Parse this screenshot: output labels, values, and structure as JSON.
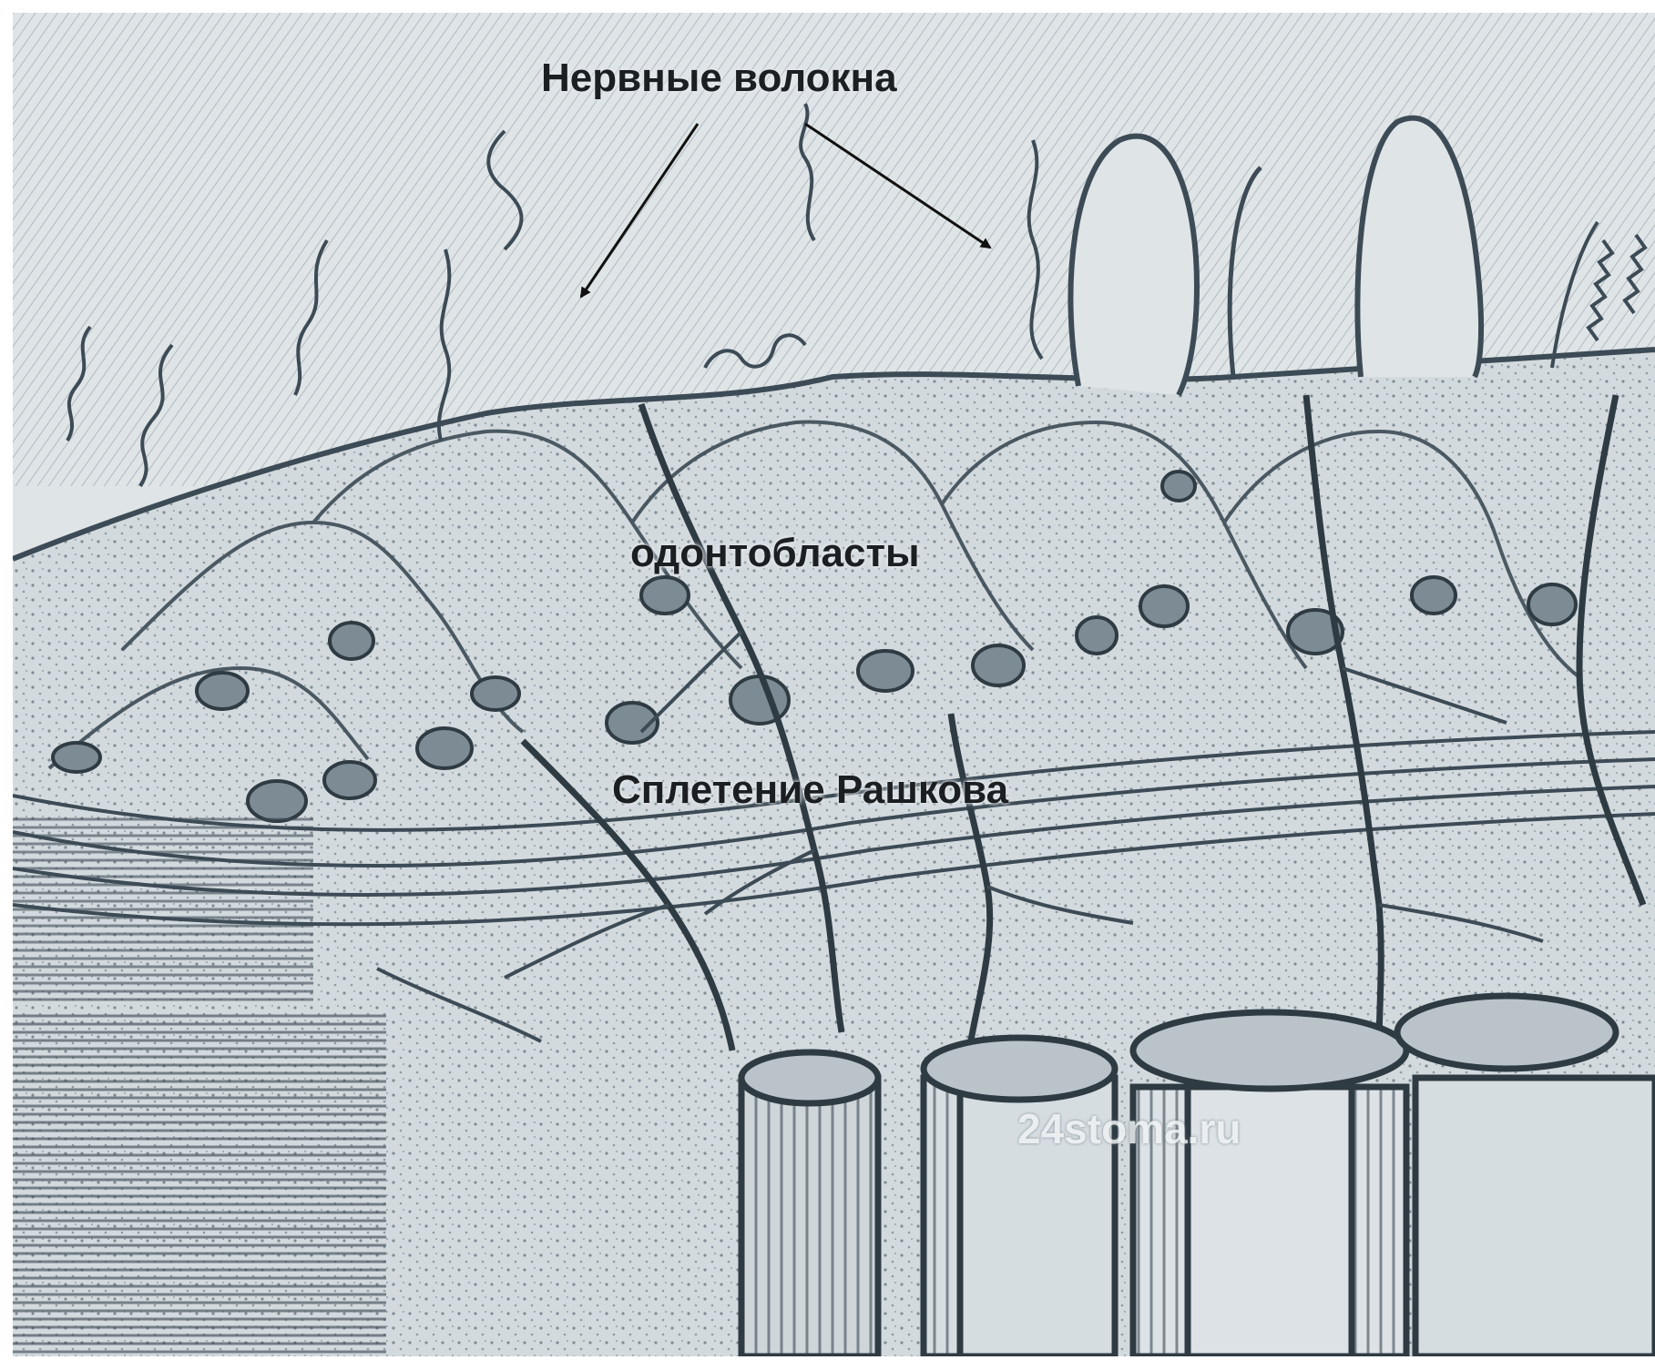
{
  "diagram": {
    "labels": {
      "nerve_fibers": "Нервные волокна",
      "odontoblasts": "одонтобласты",
      "raschkow_plexus": "Сплетение Рашкова"
    },
    "watermark": "24stoma.ru"
  },
  "colors": {
    "background": "#d7dde1",
    "ink": "#3c4b55",
    "label_text": "#1c1f22"
  },
  "icons": [
    "arrow-icon"
  ]
}
